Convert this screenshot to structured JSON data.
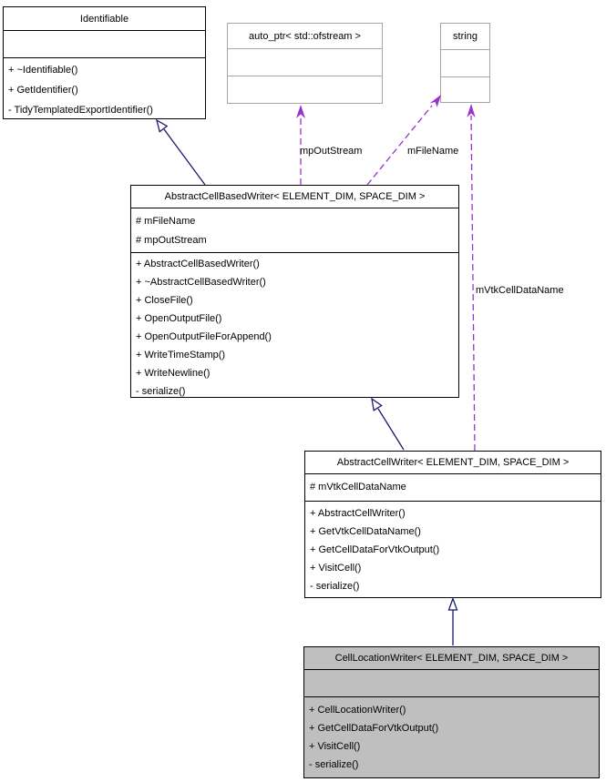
{
  "classes": [
    {
      "name": "Identifiable",
      "attributes": [],
      "methods": [
        "+ ~Identifiable()",
        "+ GetIdentifier()",
        "- TidyTemplatedExportIdentifier()"
      ]
    },
    {
      "name": "auto_ptr< std::ofstream >",
      "attributes": [],
      "methods": []
    },
    {
      "name": "string",
      "attributes": [],
      "methods": []
    },
    {
      "name": "AbstractCellBasedWriter< ELEMENT_DIM, SPACE_DIM >",
      "attributes": [
        "# mFileName",
        "# mpOutStream"
      ],
      "methods": [
        "+ AbstractCellBasedWriter()",
        "+ ~AbstractCellBasedWriter()",
        "+ CloseFile()",
        "+ OpenOutputFile()",
        "+ OpenOutputFileForAppend()",
        "+ WriteTimeStamp()",
        "+ WriteNewline()",
        "- serialize()"
      ]
    },
    {
      "name": "AbstractCellWriter< ELEMENT_DIM, SPACE_DIM >",
      "attributes": [
        "# mVtkCellDataName"
      ],
      "methods": [
        "+ AbstractCellWriter()",
        "+ GetVtkCellDataName()",
        "+ GetCellDataForVtkOutput()",
        "+ VisitCell()",
        "- serialize()"
      ]
    },
    {
      "name": "CellLocationWriter< ELEMENT_DIM, SPACE_DIM >",
      "attributes": [],
      "methods": [
        "+ CellLocationWriter()",
        "+ GetCellDataForVtkOutput()",
        "+ VisitCell()",
        "- serialize()"
      ]
    }
  ],
  "edge_labels": {
    "mp_out_stream": "mpOutStream",
    "m_file_name": "mFileName",
    "m_vtk_cell_data_name": "mVtkCellDataName"
  },
  "colors": {
    "inheritance_line": "#191970",
    "usage_line": "#9a32cd",
    "current_node_fill": "#bfbfbf",
    "node_border": "#000000",
    "external_node_border": "#a6a6a6",
    "background": "#ffffff"
  }
}
